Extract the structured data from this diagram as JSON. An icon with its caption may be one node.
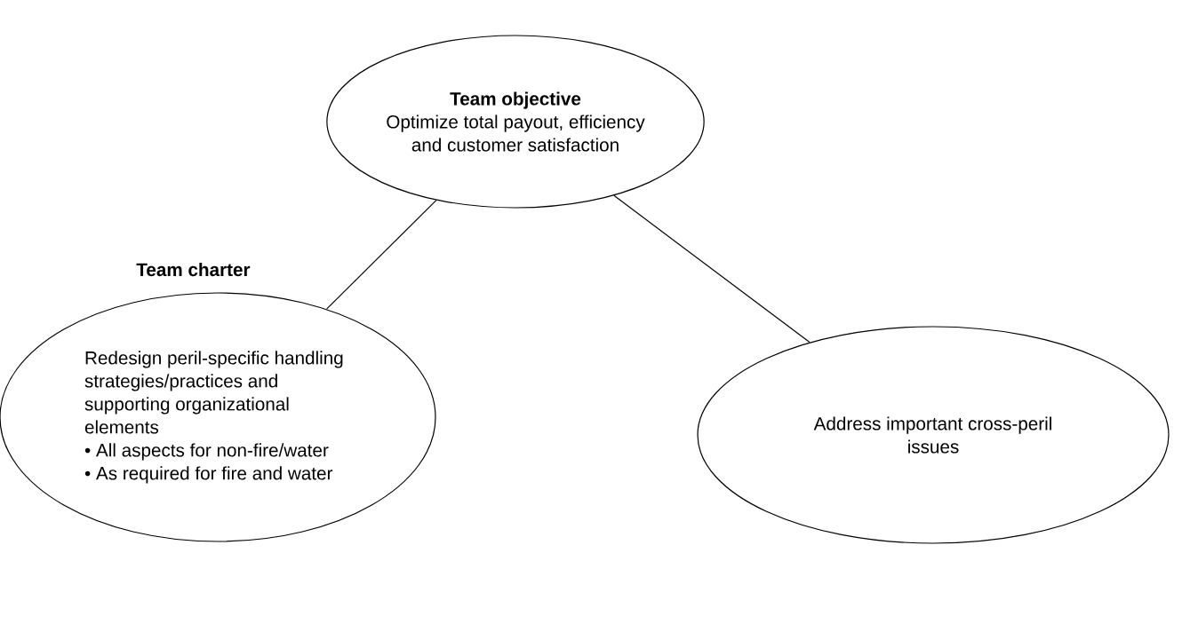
{
  "diagram": {
    "nodes": [
      {
        "text": [
          "Team objective",
          "Optimize total payout, efficiency and customer satisfaction"
        ]
      },
      {
        "text": [
          "Team charter",
          "Redesign peril-specific handling strategies/practices and supporting organizational elements",
          "• All aspects for non-fire/water",
          "• As required for fire and water"
        ]
      },
      {
        "text": [
          "Address important cross-peril issues"
        ]
      }
    ],
    "edges": [
      {
        "from": 0,
        "to": 1,
        "arrow": "none"
      },
      {
        "from": 0,
        "to": 2,
        "arrow": "none"
      }
    ]
  }
}
